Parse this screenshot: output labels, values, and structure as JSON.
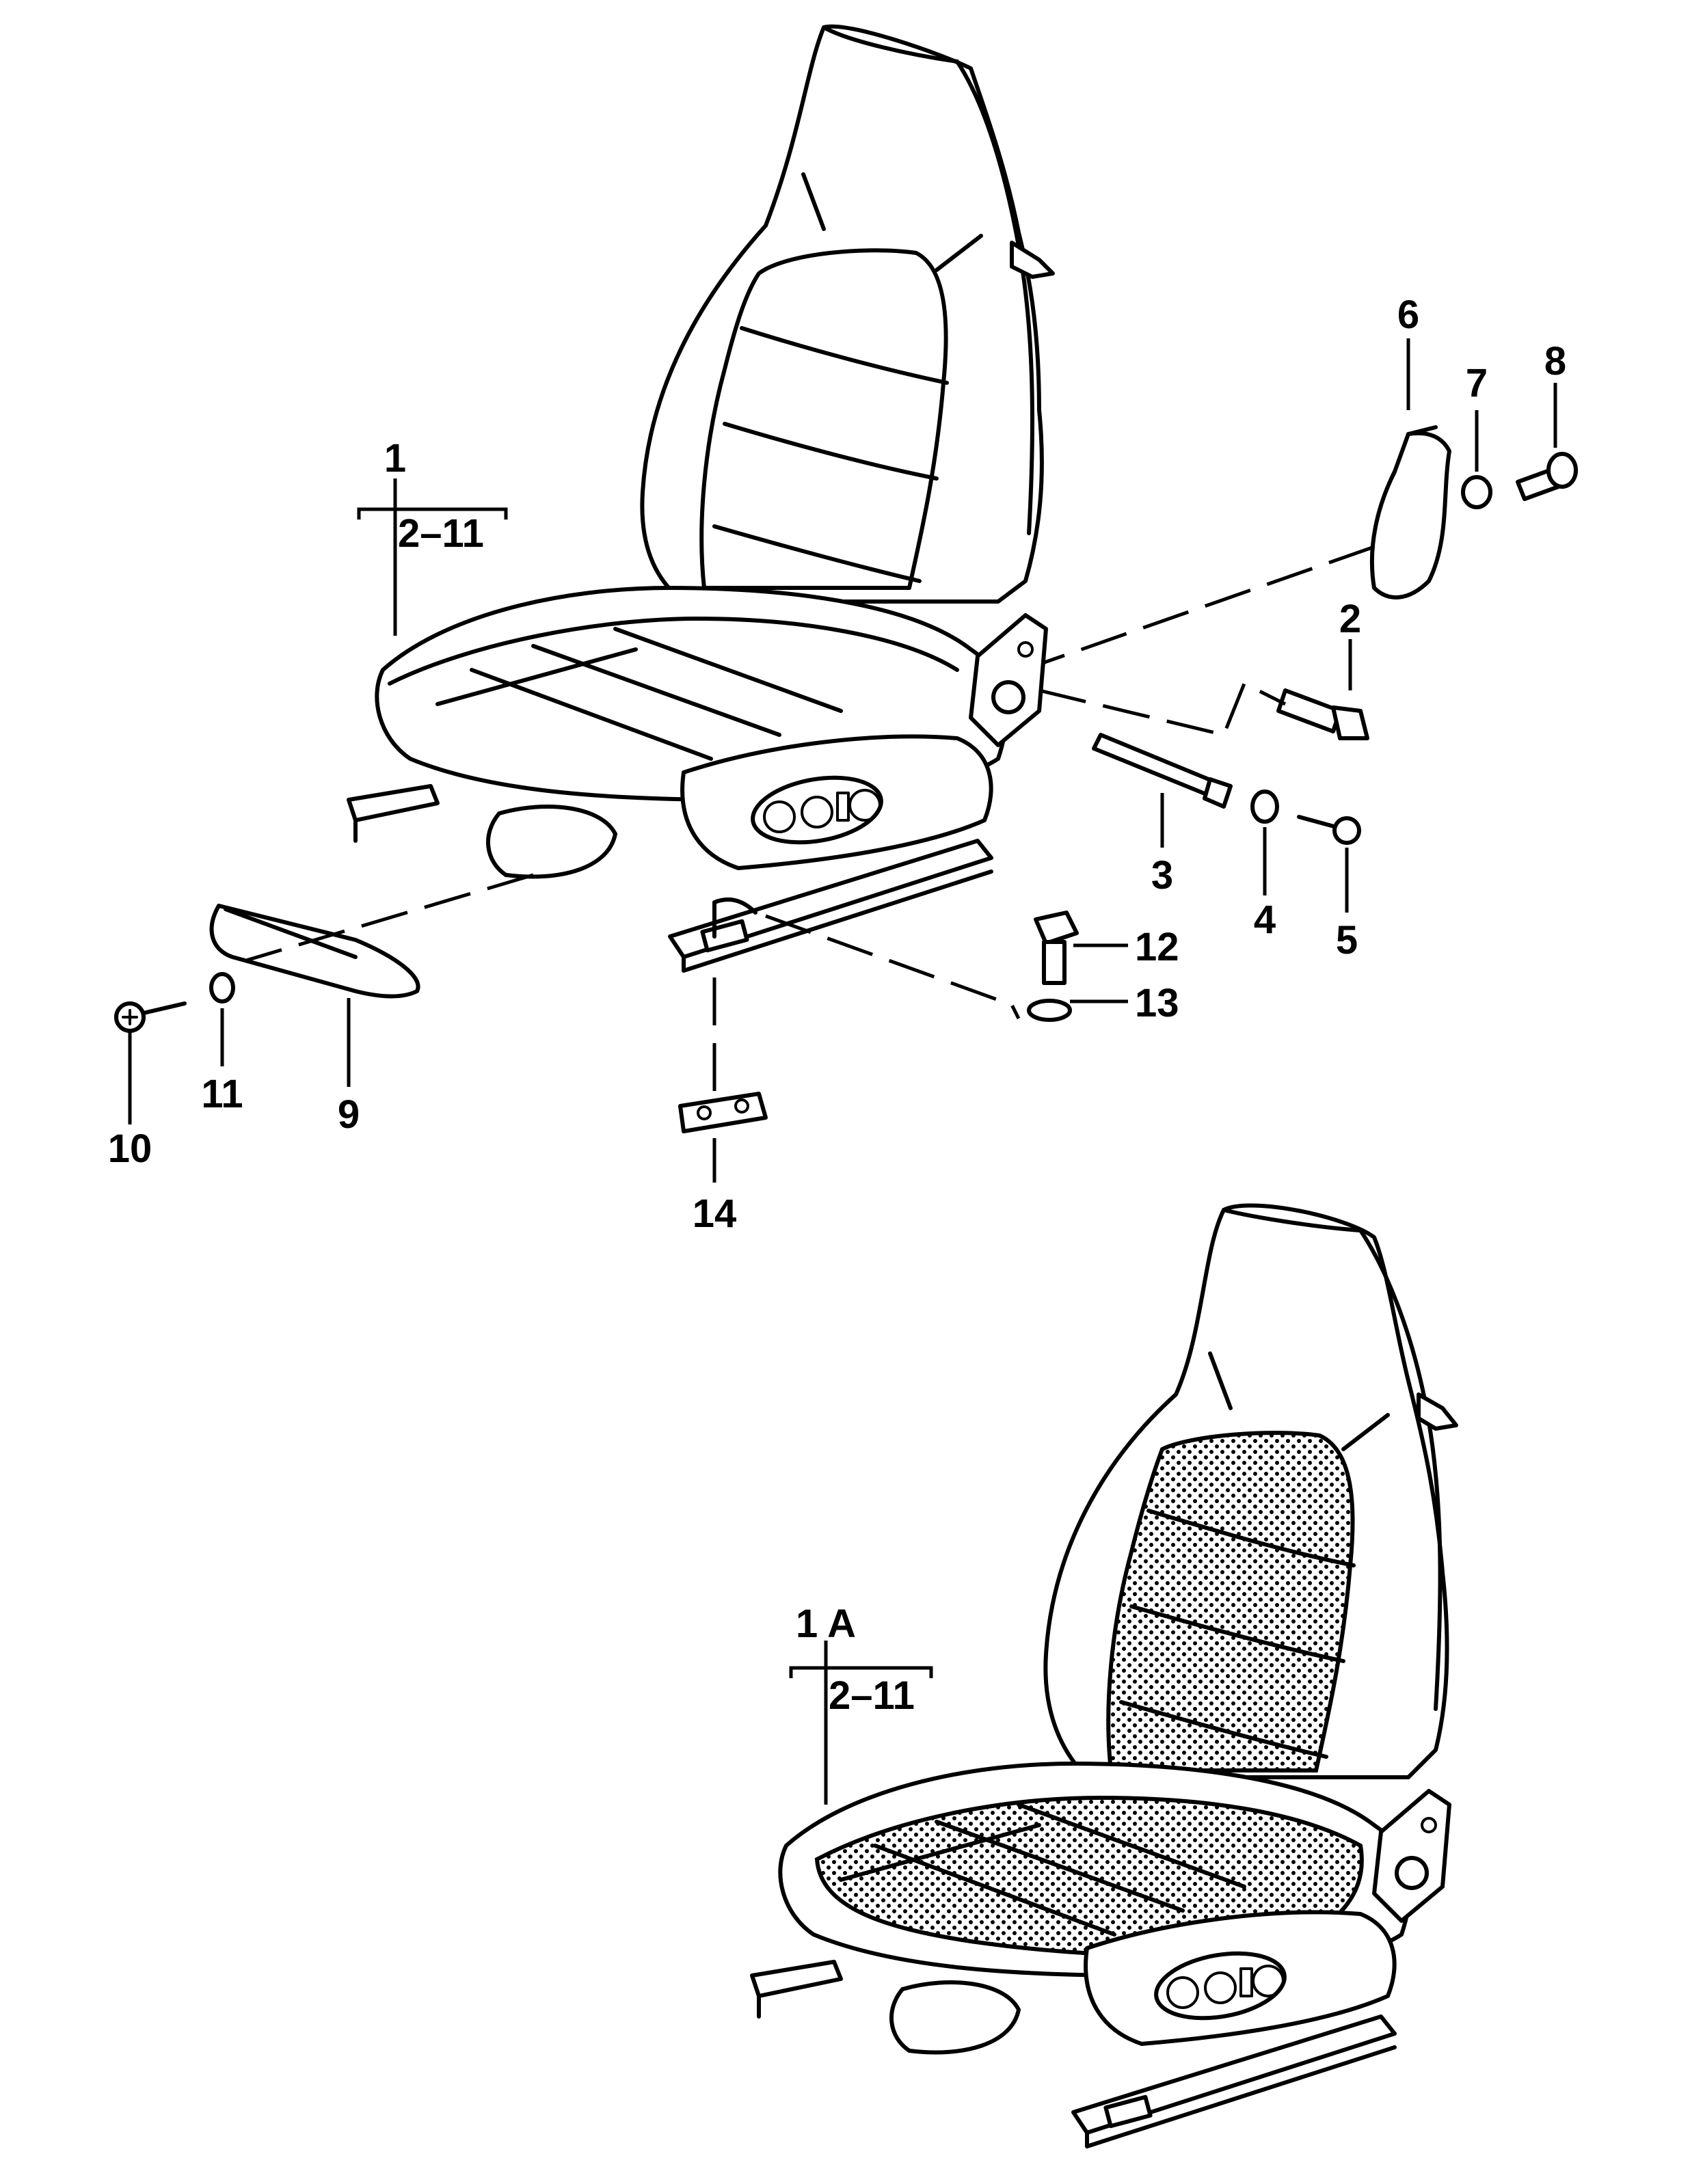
{
  "diagram": {
    "labels": {
      "l1": "1",
      "l1_range": "2–11",
      "l1a": "1 A",
      "l1a_range": "2–11",
      "l2": "2",
      "l3": "3",
      "l4": "4",
      "l5": "5",
      "l6": "6",
      "l7": "7",
      "l8": "8",
      "l9": "9",
      "l10": "10",
      "l11": "11",
      "l12": "12",
      "l13": "13",
      "l14": "14"
    },
    "colors": {
      "line": "#000000",
      "background": "#ffffff",
      "pattern": "#000000"
    }
  }
}
